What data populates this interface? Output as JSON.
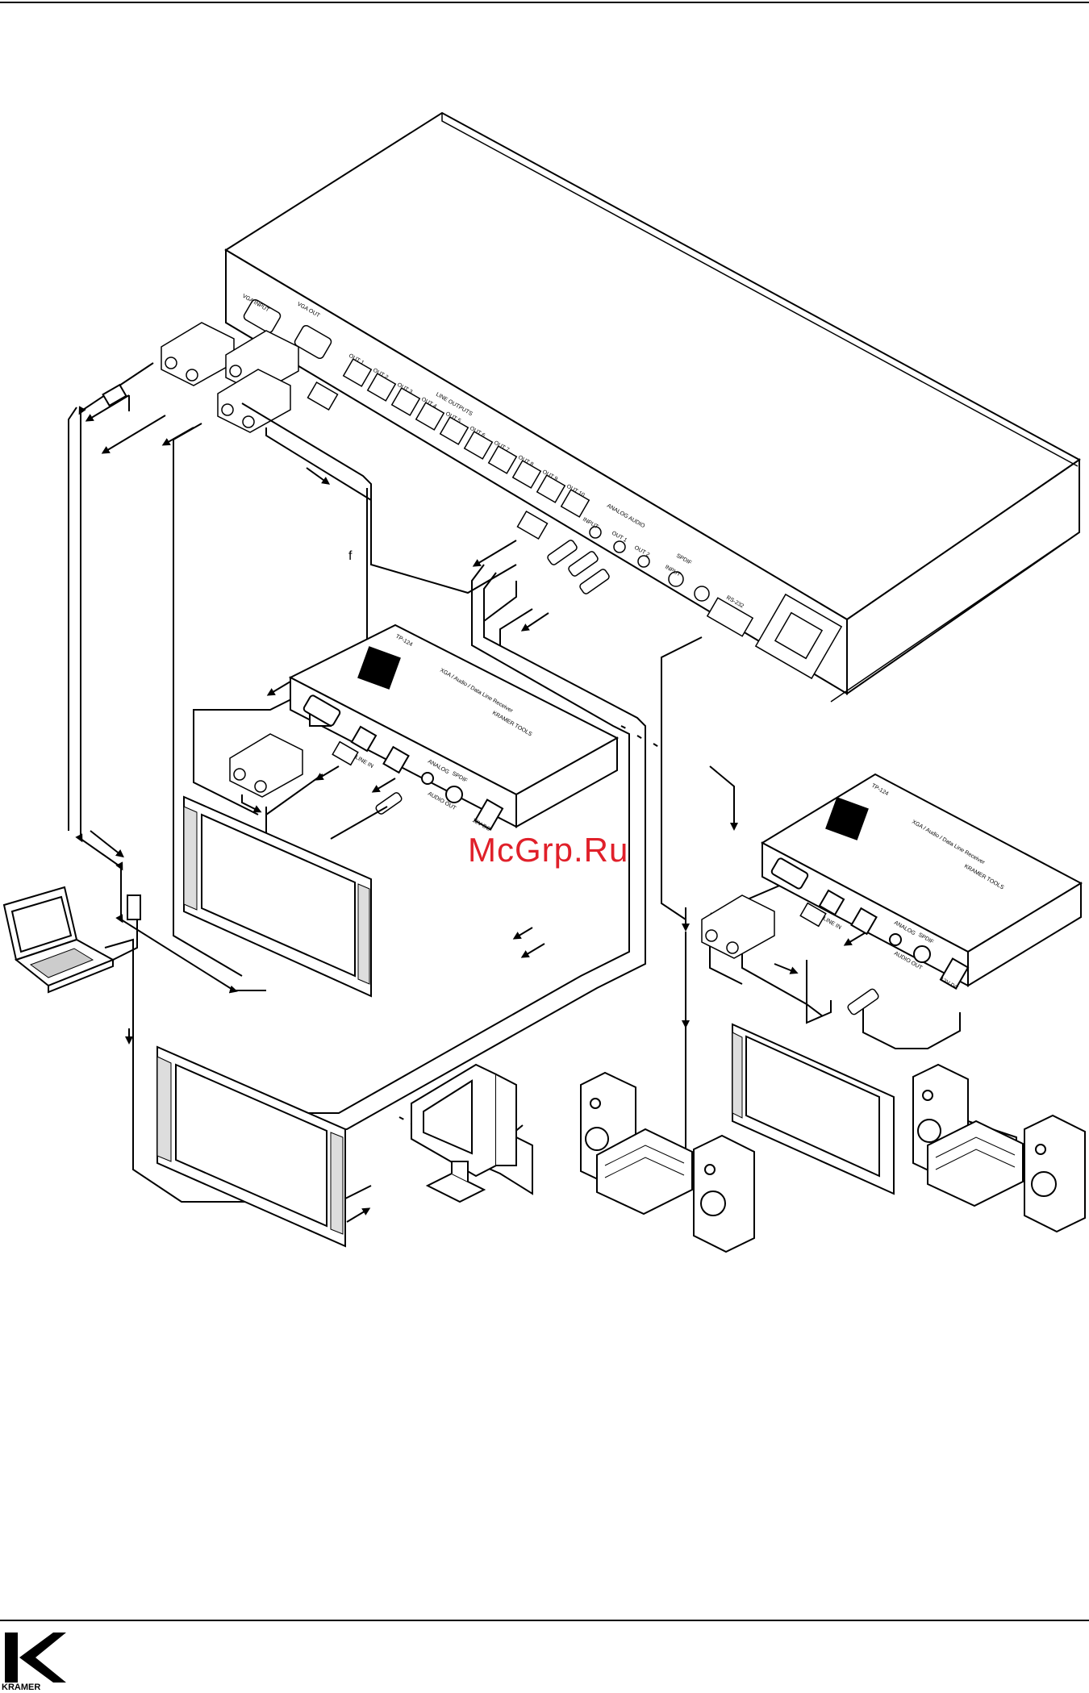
{
  "watermark": "McGrp.Ru",
  "diagram": {
    "callout_letter": "f",
    "main_unit": {
      "vga_input": "VGA INPUT",
      "vga_out": "VGA OUT",
      "line_outputs": "LINE OUTPUTS",
      "outputs": [
        "OUT 1",
        "OUT 2",
        "OUT 3",
        "OUT 4",
        "OUT 5",
        "OUT 6",
        "OUT 7",
        "OUT 8",
        "OUT 9",
        "OUT 10"
      ],
      "analog_audio": "ANALOG AUDIO",
      "input": "INPUT",
      "out1": "OUT 1",
      "out2": "OUT 2",
      "spdif": "SPDIF",
      "input_short": "INPUT",
      "rs232": "RS-232"
    },
    "receiver_left": {
      "model": "TP-124",
      "tagline": "XGA / Audio / Data Line Receiver",
      "brand": "KRAMER TOOLS",
      "line_in": "LINE IN",
      "analog": "ANALOG",
      "spdif": "SPDIF",
      "audio_out": "AUDIO OUT",
      "power": "12V DC"
    },
    "receiver_right": {
      "model": "TP-124",
      "tagline": "XGA / Audio / Data Line Receiver",
      "brand": "KRAMER TOOLS",
      "line_in": "LINE IN",
      "analog": "ANALOG",
      "spdif": "SPDIF",
      "audio_out": "AUDIO OUT",
      "power": "12V DC"
    }
  },
  "footer": {
    "brand": "KRAMER"
  },
  "colors": {
    "line": "#000000",
    "watermark": "#e0202a",
    "fill": "#ffffff",
    "panel": "#f2f2f2"
  }
}
